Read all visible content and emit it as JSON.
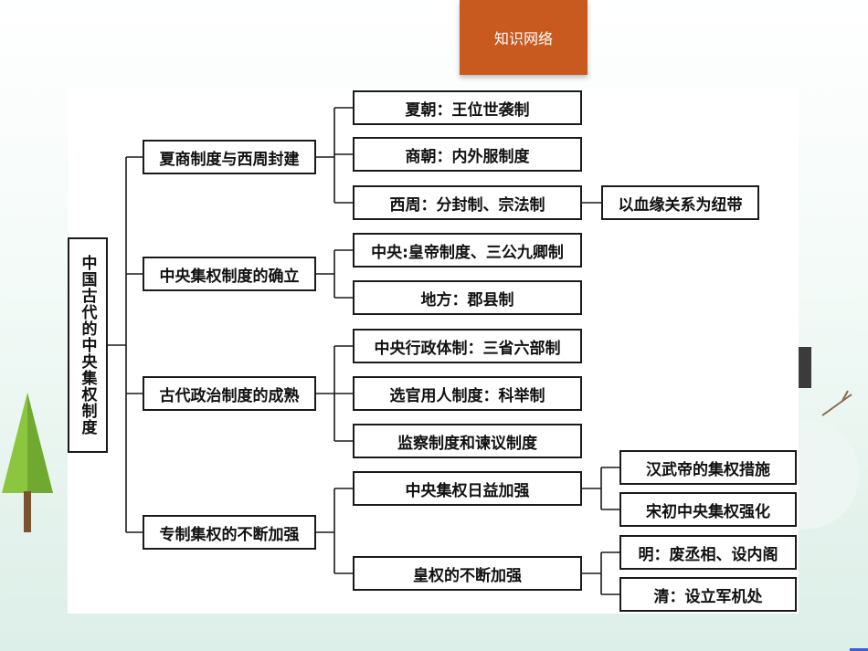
{
  "header": {
    "title": "知识网络"
  },
  "diagram": {
    "root": "中国古代的中央集权制度",
    "branches": [
      {
        "label": "夏商制度与西周封建",
        "items": [
          {
            "label": "夏朝：王位世袭制"
          },
          {
            "label": "商朝：内外服制度"
          },
          {
            "label": "西周：分封制、宗法制",
            "note": "以血缘关系为纽带"
          }
        ]
      },
      {
        "label": "中央集权制度的确立",
        "items": [
          {
            "label": "中央:皇帝制度、三公九卿制"
          },
          {
            "label": "地方：郡县制"
          }
        ]
      },
      {
        "label": "古代政治制度的成熟",
        "items": [
          {
            "label": "中央行政体制：三省六部制"
          },
          {
            "label": "选官用人制度：科举制"
          },
          {
            "label": "监察制度和谏议制度"
          }
        ]
      },
      {
        "label": "专制集权的不断加强",
        "items": [
          {
            "label": "中央集权日益加强",
            "subitems": [
              "汉武帝的集权措施",
              "宋初中央集权强化"
            ]
          },
          {
            "label": "皇权的不断加强",
            "subitems": [
              "明：废丞相、设内阁",
              "清：设立军机处"
            ]
          }
        ]
      }
    ]
  },
  "colors": {
    "header_bg": "#c85a1f",
    "border": "#1a1a1a",
    "tree_green": "#8cc63f"
  }
}
